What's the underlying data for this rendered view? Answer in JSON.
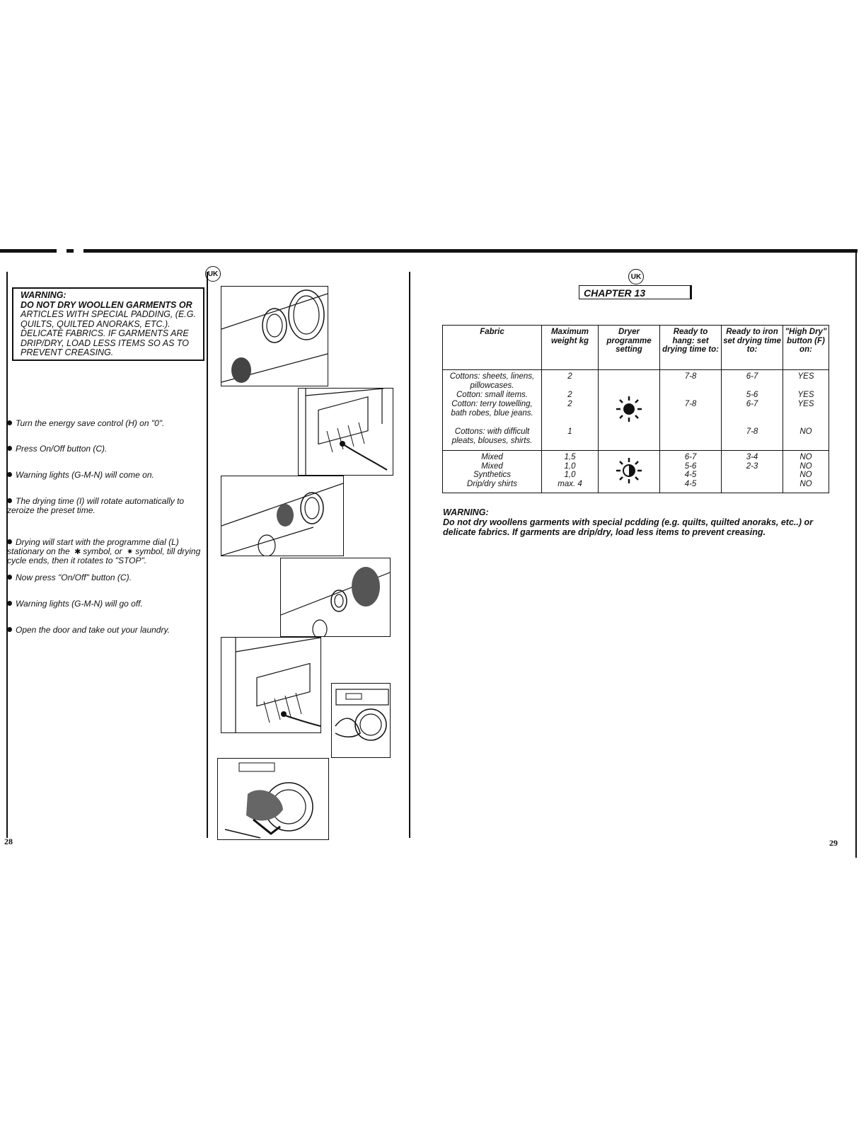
{
  "badges": {
    "left": "UK",
    "right": "UK"
  },
  "left_page": {
    "warning_box": {
      "title": "WARNING:",
      "line1": "DO NOT DRY WOOLLEN GARMENTS OR",
      "rest": "ARTICLES WITH SPECIAL PADDING, (E.G. QUILTS, QUILTED ANORAKS, ETC.). DELICATE FABRICS. IF GARMENTS ARE DRIP/DRY, LOAD LESS ITEMS SO AS TO PREVENT CREASING."
    },
    "steps": [
      "Turn the energy save control (H) on \"0\".",
      "Press On/Off button (C).",
      "Warning lights (G-M-N) will come on.",
      "The drying time (I) will rotate automatically to zeroize the preset time.",
      "Now press \"On/Off\" button (C).",
      "Warning lights (G-M-N) will go off.",
      "Open the door and take out your laundry."
    ],
    "drying_step": {
      "part1": "Drying will start with the programme dial (L) stationary on the",
      "part2": "symbol, or",
      "part3": "symbol, till drying cycle ends, then it rotates to \"STOP\"."
    },
    "page_number": "28"
  },
  "right_page": {
    "chapter": "CHAPTER 13",
    "table": {
      "headers": [
        "Fabric",
        "Maximum weight kg",
        "Dryer programme setting",
        "Ready to hang: set drying time to:",
        "Ready to iron set drying time to:",
        "\"High Dry\" button (F) on:"
      ],
      "group1": {
        "fabric": [
          "Cottons: sheets, linens, pillowcases.",
          "Cotton: small items.",
          "Cotton: terry towelling, bath robes, blue jeans.",
          "Cottons: with difficult pleats, blouses, shirts."
        ],
        "weight": [
          "2",
          "2",
          "2",
          "1"
        ],
        "hang": [
          "7-8",
          "7-8"
        ],
        "iron": [
          "6-7",
          "5-6",
          "6-7",
          "7-8"
        ],
        "high_dry": [
          "YES",
          "YES",
          "YES",
          "NO"
        ]
      },
      "group2": {
        "fabric": [
          "Mixed",
          "Mixed",
          "Synthetics",
          "Drip/dry shirts"
        ],
        "weight": [
          "1,5",
          "1,0",
          "1,0",
          "max. 4"
        ],
        "hang": [
          "6-7",
          "5-6",
          "4-5",
          "4-5"
        ],
        "iron": [
          "3-4",
          "2-3"
        ],
        "high_dry": [
          "NO",
          "NO",
          "NO",
          "NO"
        ]
      }
    },
    "warning": {
      "title": "WARNING:",
      "text": "Do not dry woollens garments with special pcdding (e.g. quilts, quilted anoraks, etc..) or delicate fabrics. If garments are drip/dry, load less items to prevent creasing."
    },
    "page_number": "29"
  },
  "icons": {
    "full_heat": "sun-filled-icon",
    "half_heat": "sun-half-icon"
  }
}
